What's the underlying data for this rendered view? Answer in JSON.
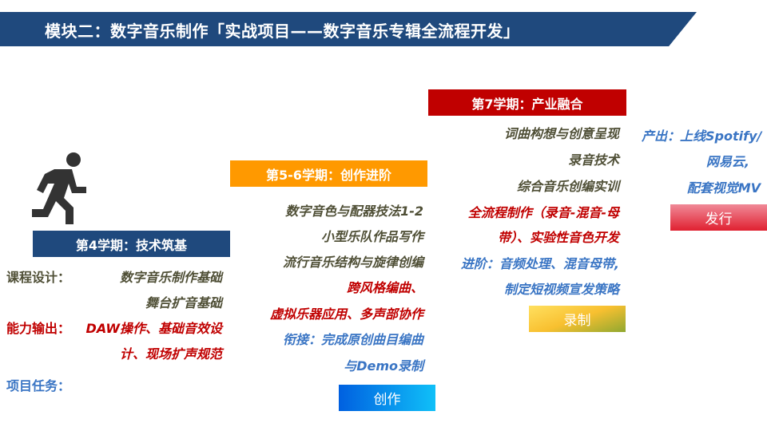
{
  "title": "模块二：数字音乐制作「实战项目——数字音乐专辑全流程开发」",
  "stage1": {
    "header": "第4学期：技术筑基",
    "course_label": "课程设计：",
    "courses": [
      "数字音乐制作基础",
      "舞台扩音基础"
    ],
    "ability_label": "能力输出：",
    "ability": [
      "DAW操作、基础音效设",
      "计、现场扩声规范"
    ],
    "task_label": "项目任务："
  },
  "stage2": {
    "header": "第5-6学期：创作进阶",
    "courses": [
      "数字音色与配器技法1-2",
      "小型乐队作品写作",
      "流行音乐结构与旋律创编"
    ],
    "ability": [
      "跨风格编曲、",
      "虚拟乐器应用、多声部协作"
    ],
    "task": [
      "衔接：完成原创曲目编曲",
      "与Demo录制"
    ],
    "button": "创作"
  },
  "stage3": {
    "header": "第7学期：产业融合",
    "courses": [
      "词曲构想与创意呈现",
      "录音技术",
      "综合音乐创编实训"
    ],
    "ability": [
      "全流程制作（录音-混音-母",
      "带）、实验性音色开发"
    ],
    "task": [
      "进阶：音频处理、混音母带,",
      "制定短视频宣发策略"
    ],
    "button": "录制"
  },
  "stage4": {
    "output": [
      "产出：上线Spotify/",
      "网易云,",
      "配套视觉MV"
    ],
    "button": "发行"
  },
  "colors": {
    "navy": "#1f497d",
    "orange": "#ff9900",
    "red": "#c00000"
  }
}
